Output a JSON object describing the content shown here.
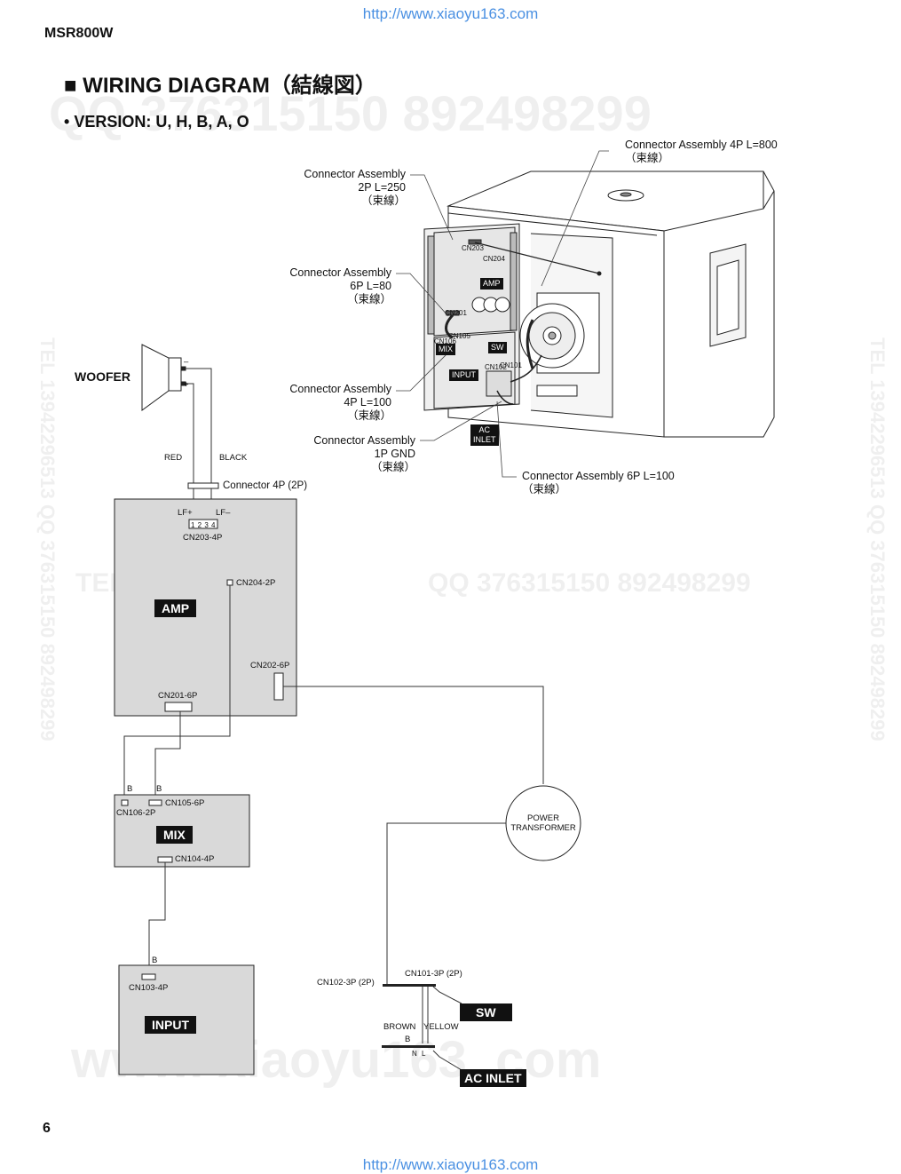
{
  "header": {
    "url_top": "http://www.xiaoyu163.com",
    "model": "MSR800W",
    "title": "WIRING DIAGRAM（結線図）",
    "version": "VERSION: U, H, B, A, O"
  },
  "footer": {
    "page_number": "6",
    "url_bottom": "http://www.xiaoyu163.com"
  },
  "watermarks": {
    "qq_line": "QQ 376315150 892498299",
    "tel_line": "TEL 13942296513",
    "tel_qq_line": "QQ 376315150 892498299",
    "vertical": "TEL 13942296513 QQ 376315150 892498299",
    "site": "www. xiaoyu163. com"
  },
  "callouts": {
    "ca_4p_800": [
      "Connector Assembly 4P L=800",
      "（束線）"
    ],
    "ca_2p_250": [
      "Connector Assembly",
      "2P L=250",
      "（束線）"
    ],
    "ca_6p_80": [
      "Connector Assembly",
      "6P L=80",
      "（束線）"
    ],
    "ca_4p_100": [
      "Connector Assembly",
      "4P L=100",
      "（束線）"
    ],
    "ca_1p_gnd": [
      "Connector Assembly",
      "1P GND",
      "（束線）"
    ],
    "ca_6p_100": [
      "Connector Assembly 6P L=100",
      "（束線）"
    ]
  },
  "photo_labels": {
    "amp": "AMP",
    "mix": "MIX",
    "sw": "SW",
    "input": "INPUT",
    "ac_inlet": [
      "AC",
      "INLET"
    ],
    "cn203": "CN203",
    "cn204": "CN204",
    "cn201": "CN201",
    "cn105": "CN105",
    "cn106": "CN106",
    "cn102": "CN102",
    "cn101": "CN101"
  },
  "woofer": {
    "label": "WOOFER",
    "minus": "–",
    "plus": "+",
    "red": "RED",
    "black": "BLACK"
  },
  "amp_block": {
    "tag": "AMP",
    "connector_4p": "Connector 4P (2P)",
    "lf_plus": "LF+",
    "lf_minus": "LF–",
    "pins": "1 2 3 4",
    "cn203": "CN203-4P",
    "cn204": "CN204-2P",
    "cn202": "CN202-6P",
    "cn201": "CN201-6P"
  },
  "mix_block": {
    "tag": "MIX",
    "b1": "B",
    "b2": "B",
    "cn106": "CN106-2P",
    "cn105": "CN105-6P",
    "cn104": "CN104-4P"
  },
  "input_block": {
    "tag": "INPUT",
    "b": "B",
    "cn103": "CN103-4P"
  },
  "power": {
    "transformer": [
      "POWER",
      "TRANSFORMER"
    ],
    "cn102": "CN102-3P (2P)",
    "cn101": "CN101-3P (2P)",
    "brown": "BROWN",
    "yellow": "YELLOW",
    "b": "B",
    "n": "N",
    "l": "L",
    "sw": "SW",
    "ac_inlet": "AC INLET"
  },
  "colors": {
    "block_fill": "#d9d9d9",
    "tag_fill": "#111111",
    "link": "#4a90e2",
    "watermark_red": "#c0392b"
  }
}
